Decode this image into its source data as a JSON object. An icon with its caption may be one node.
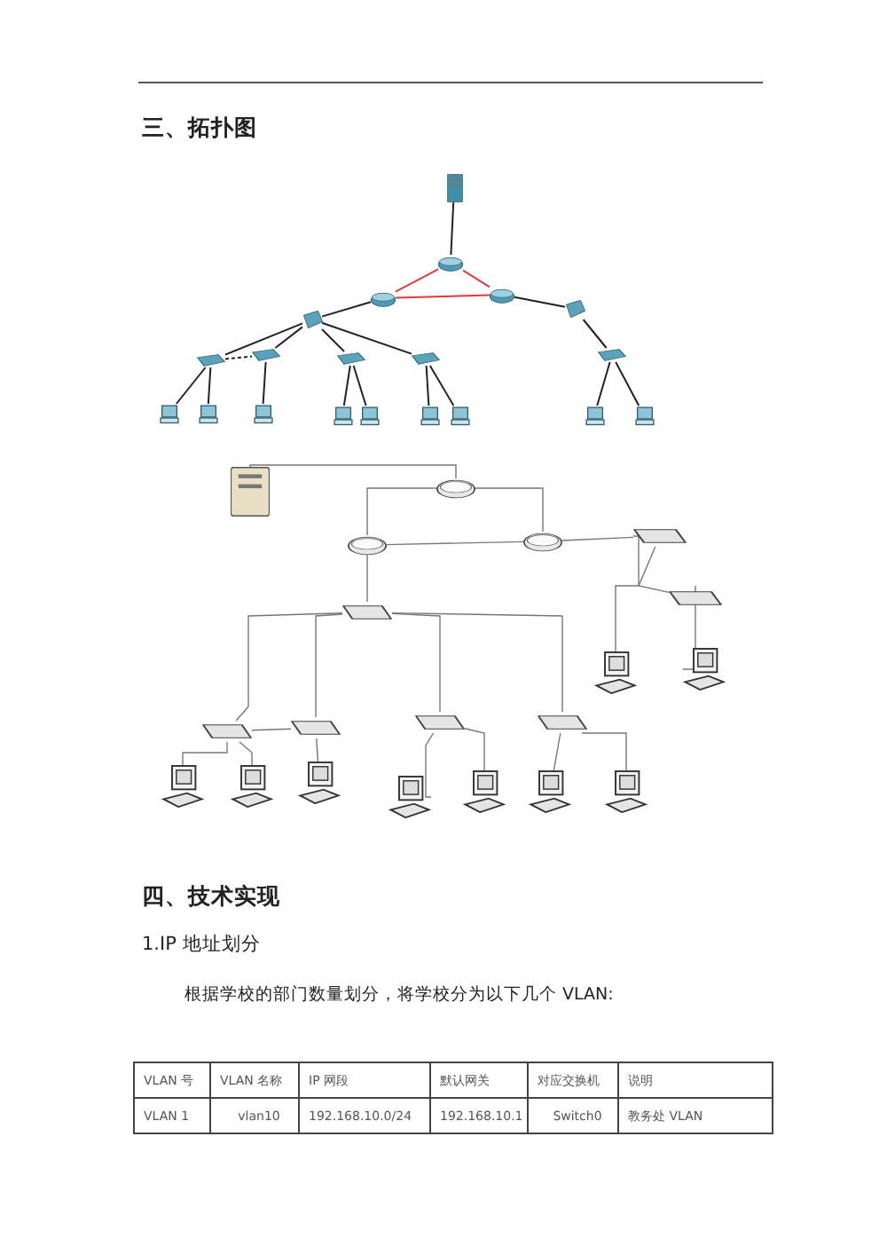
{
  "diagram": {
    "title": "三、拓扑图",
    "nodes": [
      {
        "text": [],
        "shape": "server"
      },
      {
        "text": [],
        "shape": "router"
      },
      {
        "text": [],
        "shape": "router"
      },
      {
        "text": [],
        "shape": "router"
      },
      {
        "text": [],
        "shape": "switch"
      },
      {
        "text": [],
        "shape": "switch"
      },
      {
        "text": [],
        "shape": "switch"
      },
      {
        "text": [],
        "shape": "switch"
      },
      {
        "text": [],
        "shape": "switch"
      },
      {
        "text": [],
        "shape": "switch"
      },
      {
        "text": [],
        "shape": "switch"
      },
      {
        "text": [],
        "shape": "computer"
      },
      {
        "text": [],
        "shape": "computer"
      },
      {
        "text": [],
        "shape": "computer"
      },
      {
        "text": [],
        "shape": "computer"
      },
      {
        "text": [],
        "shape": "computer"
      },
      {
        "text": [],
        "shape": "computer"
      },
      {
        "text": [],
        "shape": "computer"
      },
      {
        "text": [],
        "shape": "computer"
      },
      {
        "text": [],
        "shape": "computer"
      },
      {
        "text": [],
        "shape": "server"
      },
      {
        "text": [],
        "shape": "router"
      },
      {
        "text": [],
        "shape": "router"
      },
      {
        "text": [],
        "shape": "router"
      },
      {
        "text": [],
        "shape": "switch"
      },
      {
        "text": [],
        "shape": "switch"
      },
      {
        "text": [],
        "shape": "switch"
      },
      {
        "text": [],
        "shape": "switch"
      },
      {
        "text": [],
        "shape": "switch"
      },
      {
        "text": [],
        "shape": "switch"
      },
      {
        "text": [],
        "shape": "switch"
      },
      {
        "text": [],
        "shape": "computer"
      },
      {
        "text": [],
        "shape": "computer"
      },
      {
        "text": [],
        "shape": "computer"
      },
      {
        "text": [],
        "shape": "computer"
      },
      {
        "text": [],
        "shape": "computer"
      },
      {
        "text": [],
        "shape": "computer"
      },
      {
        "text": [],
        "shape": "computer"
      },
      {
        "text": [],
        "shape": "computer"
      },
      {
        "text": [],
        "shape": "computer"
      }
    ],
    "edges": [
      {
        "from": 0,
        "to": 1,
        "arrow": "none"
      },
      {
        "from": 1,
        "to": 2,
        "arrow": "none",
        "color": "#e03a3a"
      },
      {
        "from": 1,
        "to": 3,
        "arrow": "none",
        "color": "#e03a3a"
      },
      {
        "from": 2,
        "to": 3,
        "arrow": "none",
        "color": "#e03a3a"
      },
      {
        "from": 2,
        "to": 4,
        "arrow": "none"
      },
      {
        "from": 3,
        "to": 5,
        "arrow": "none"
      },
      {
        "from": 4,
        "to": 6,
        "arrow": "none"
      },
      {
        "from": 4,
        "to": 7,
        "arrow": "none"
      },
      {
        "from": 4,
        "to": 8,
        "arrow": "none"
      },
      {
        "from": 4,
        "to": 9,
        "arrow": "none"
      },
      {
        "from": 6,
        "to": 7,
        "arrow": "none",
        "style": "dashed"
      },
      {
        "from": 5,
        "to": 10,
        "arrow": "none"
      },
      {
        "from": 6,
        "to": 11,
        "arrow": "none"
      },
      {
        "from": 6,
        "to": 12,
        "arrow": "none"
      },
      {
        "from": 7,
        "to": 13,
        "arrow": "none"
      },
      {
        "from": 8,
        "to": 14,
        "arrow": "none"
      },
      {
        "from": 8,
        "to": 15,
        "arrow": "none"
      },
      {
        "from": 9,
        "to": 16,
        "arrow": "none"
      },
      {
        "from": 9,
        "to": 17,
        "arrow": "none"
      },
      {
        "from": 10,
        "to": 18,
        "arrow": "none"
      },
      {
        "from": 10,
        "to": 19,
        "arrow": "none"
      },
      {
        "from": 20,
        "to": 21,
        "arrow": "none"
      },
      {
        "from": 21,
        "to": 22,
        "arrow": "none"
      },
      {
        "from": 21,
        "to": 23,
        "arrow": "none"
      },
      {
        "from": 22,
        "to": 23,
        "arrow": "none"
      },
      {
        "from": 23,
        "to": 25,
        "arrow": "none"
      },
      {
        "from": 22,
        "to": 24,
        "arrow": "none"
      },
      {
        "from": 25,
        "to": 26,
        "arrow": "none"
      },
      {
        "from": 25,
        "to": 31,
        "arrow": "none"
      },
      {
        "from": 26,
        "to": 32,
        "arrow": "none"
      },
      {
        "from": 24,
        "to": 27,
        "arrow": "none"
      },
      {
        "from": 24,
        "to": 28,
        "arrow": "none"
      },
      {
        "from": 24,
        "to": 29,
        "arrow": "none"
      },
      {
        "from": 24,
        "to": 30,
        "arrow": "none"
      },
      {
        "from": 27,
        "to": 28,
        "arrow": "none"
      },
      {
        "from": 27,
        "to": 33,
        "arrow": "none"
      },
      {
        "from": 27,
        "to": 34,
        "arrow": "none"
      },
      {
        "from": 28,
        "to": 35,
        "arrow": "none"
      },
      {
        "from": 29,
        "to": 36,
        "arrow": "none"
      },
      {
        "from": 29,
        "to": 37,
        "arrow": "none"
      },
      {
        "from": 30,
        "to": 38,
        "arrow": "none"
      },
      {
        "from": 30,
        "to": 39,
        "arrow": "none"
      }
    ],
    "labels": [
      "四、技术实现",
      "1.IP 地址划分",
      "根据学校的部门数量划分，将学校分为以下几个 VLAN:",
      "VLAN 号",
      "VLAN 名称",
      "IP 网段",
      "默认网关",
      "对应交换机",
      "说明",
      "VLAN 1",
      "vlan10",
      "192.168.10.0/24",
      "192.168.10.1",
      "Switch0",
      "教务处 VLAN"
    ]
  }
}
